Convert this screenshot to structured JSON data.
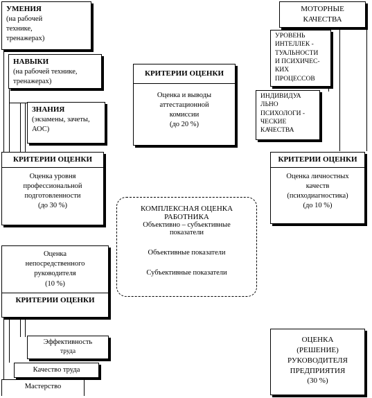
{
  "left": {
    "umeniya": [
      "УМЕНИЯ",
      "(на рабочей",
      "технике,",
      "тренажерах)"
    ],
    "navyki": [
      "НАВЫКИ",
      "(на рабочей технике,",
      "тренажерах)"
    ],
    "znaniya": [
      "ЗНАНИЯ",
      "(экзамены, зачеты,",
      "АОС)"
    ],
    "criteria_header": "КРИТЕРИИ ОЦЕНКИ",
    "criteria_text": [
      "Оценка уровня",
      "профессиональной",
      "подготовленности",
      "(до 30 %)"
    ]
  },
  "center_top": {
    "header": "КРИТЕРИИ ОЦЕНКИ",
    "text": [
      "Оценка и выводы",
      "аттестационной",
      "комиссии",
      "(до 20 %)"
    ]
  },
  "right": {
    "motor": [
      "МОТОРНЫЕ",
      "КАЧЕСТВА"
    ],
    "intellect": [
      "УРОВЕНЬ",
      "ИНТЕЛЛЕК  -",
      "ТУАЛЬНОСТИ",
      "И ПСИХИЧЕС-",
      "КИХ",
      "ПРОЦЕССОВ"
    ],
    "individual": [
      "ИНДИВИДУА",
      "ЛЬНО",
      "ПСИХОЛОГИ  -",
      "ЧЕСКИЕ",
      "КАЧЕСТВА"
    ],
    "criteria_header": "КРИТЕРИИ ОЦЕНКИ",
    "criteria_text": [
      "Оценка личностных",
      "качеств",
      "(психодиагностика)",
      "(до 10 %)"
    ]
  },
  "center": {
    "title": [
      "КОМПЛЕКСНАЯ ОЦЕНКА",
      "РАБОТНИКА"
    ],
    "line1": [
      "Объективно – субъективные",
      "показатели"
    ],
    "line2": "Объективные показатели",
    "line3": "Субъективные показатели"
  },
  "bottom_left": {
    "text": [
      "Оценка",
      "непосредственного",
      "руководителя",
      "(10 %)"
    ],
    "criteria_header": "КРИТЕРИИ ОЦЕНКИ",
    "effect": [
      "Эффективность",
      "труда"
    ],
    "quality": "Качество труда",
    "mastery": "Мастерство"
  },
  "bottom_right": {
    "text": [
      "ОЦЕНКА",
      "(РЕШЕНИЕ)",
      "РУКОВОДИТЕЛЯ",
      "ПРЕДПРИЯТИЯ",
      "(30 %)"
    ]
  }
}
